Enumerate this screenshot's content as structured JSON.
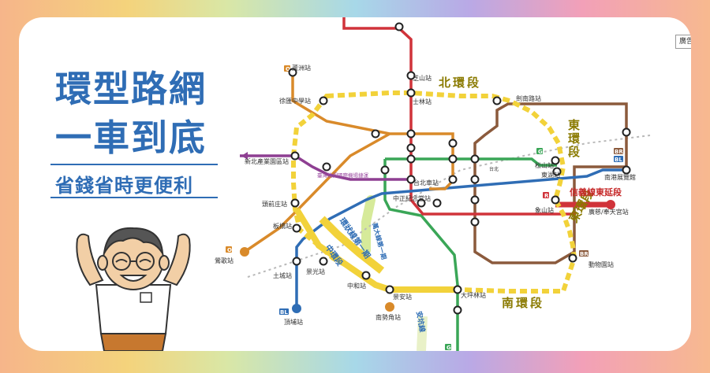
{
  "headline": {
    "line1": "環型路網",
    "line2": "一車到底"
  },
  "subheadline": "省錢省時更便利",
  "ad_badge": "廣告",
  "map": {
    "segments": {
      "north": "北環段",
      "east": "東環段",
      "southeast": "東環段",
      "south": "南環段",
      "middle": "中環段",
      "middle_diag": "環狀線第一期",
      "small_diag": "萬大線第一期",
      "ankeng": "安坑線"
    },
    "extension_label": "信義線東延段",
    "airport_label": "臺灣桃園國際機場捷運",
    "taipei_label": "台北",
    "stations": {
      "luzhou": "蘆洲站",
      "xuri": "徐匯中學站",
      "zhishan": "芝山站",
      "shilin": "士林站",
      "jiannan": "劍南路站",
      "songshan": "松山站",
      "donghu": "東湖站",
      "nangang": "南港展覽館",
      "xinbei_industrial": "新北產業園區站",
      "taipei_main": "台北車站",
      "zhongzheng": "中正紀念堂站",
      "touqian": "頭前庄站",
      "banqiao": "板橋站",
      "xiangshan": "象山站",
      "guangci": "廣慈/奉天宮站",
      "yingge": "鶯歌站",
      "zoo": "動物園站",
      "tucheng": "土城站",
      "jingguang": "景光站",
      "zhonghe": "中和站",
      "jingan": "景安站",
      "dapinglin": "大坪林站",
      "nanshijiao": "南勢角站",
      "dingpu": "頂埔站"
    },
    "line_tags": {
      "o": "O",
      "bl": "BL",
      "br": "BR",
      "g": "G",
      "r": "R"
    }
  },
  "colors": {
    "headline_blue": "#2f6db5",
    "circular_yellow": "#f2d23a",
    "red_line": "#d0333a",
    "blue_line": "#2f6db5",
    "green_line": "#3aa657",
    "brown_line": "#8b5a3c",
    "orange_line": "#d98a2a",
    "purple_line": "#8e3f92",
    "light_green": "#d6ea9a"
  },
  "icons": {
    "character": "smiling-man-cartoon",
    "arrow": "arrow-left-icon"
  }
}
